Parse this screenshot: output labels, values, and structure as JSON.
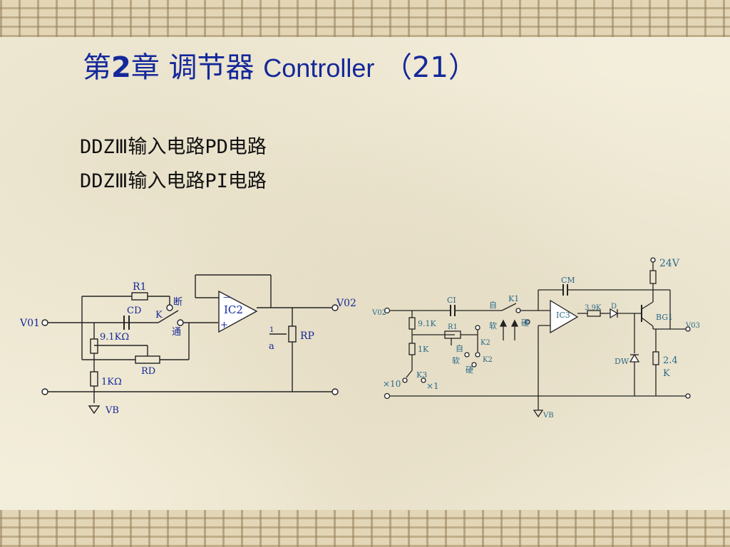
{
  "slide": {
    "title_prefix": "第",
    "title_number": "2",
    "title_chapter": "章 调节器 ",
    "title_en": "Controller",
    "title_suffix": " （21）",
    "lines": [
      "DDZⅢ输入电路PD电路",
      "DDZⅢ输入电路PI电路"
    ]
  },
  "pd_circuit": {
    "r1": "R1",
    "cd": "CD",
    "k": "K",
    "duan": "断",
    "tong": "通",
    "r91": "9.1KΩ",
    "rd": "RD",
    "r1k": "1KΩ",
    "vb": "VB",
    "v01": "V01",
    "v02": "V02",
    "ic": "IC2",
    "minus": "—",
    "plus": "+",
    "rp": "RP",
    "a": "a",
    "one": "1"
  },
  "pi_circuit": {
    "v24": "24V",
    "cm": "CM",
    "ci": "CI",
    "zi": "自",
    "k1": "K1",
    "ruan": "软",
    "ying": "硬",
    "ic3": "IC3",
    "r39": "3.9K",
    "d": "D",
    "bg1": "BG1",
    "v03": "V03",
    "v02": "V02",
    "r91": "9.1K",
    "r1": "R1",
    "k2": "K2",
    "r1k": "1K",
    "dw": "DW",
    "r24a": "2.4",
    "r24b": "K",
    "k3": "K3",
    "x10": "×10",
    "x1": "×1",
    "vb": "VB"
  }
}
